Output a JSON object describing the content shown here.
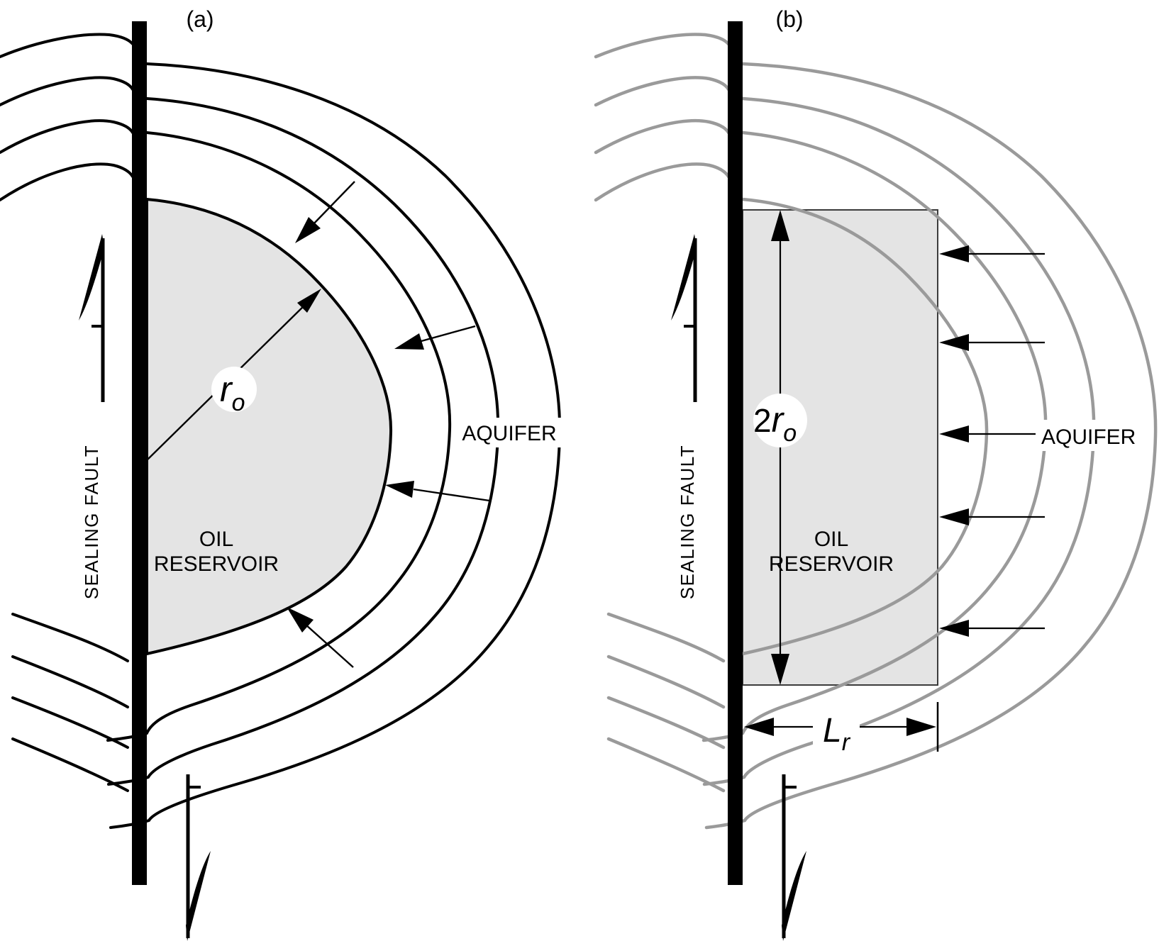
{
  "figure": {
    "background": "#ffffff",
    "ink": "#000000",
    "muted_line": "#9a9a9a",
    "region_fill": "#e4e4e4"
  },
  "panel_a": {
    "title": "(a)",
    "fault_label": "SEALING FAULT",
    "aquifer_label": "AQUIFER",
    "reservoir_label_line1": "OIL",
    "reservoir_label_line2": "RESERVOIR",
    "radius_label": {
      "base": "r",
      "sub": "o"
    }
  },
  "panel_b": {
    "title": "(b)",
    "fault_label": "SEALING FAULT",
    "aquifer_label": "AQUIFER",
    "reservoir_label_line1": "OIL",
    "reservoir_label_line2": "RESERVOIR",
    "height_label": {
      "prefix": "2",
      "base": "r",
      "sub": "o"
    },
    "length_label": {
      "base": "L",
      "sub": "r"
    }
  }
}
